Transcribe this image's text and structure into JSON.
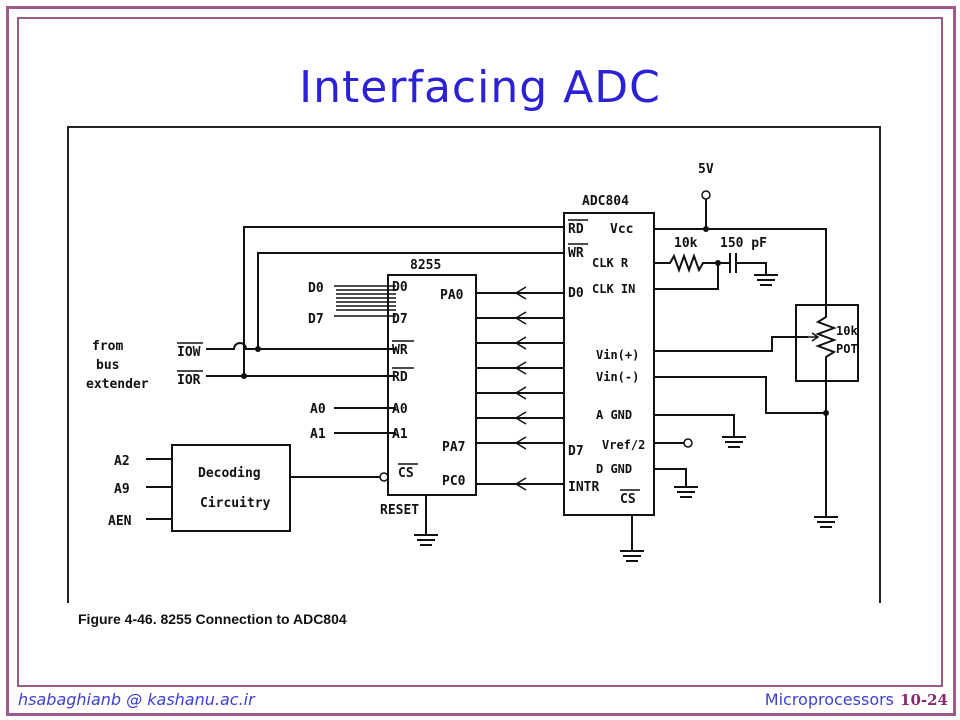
{
  "title": "Interfacing ADC",
  "figure": {
    "caption": "Figure 4-46. 8255 Connection to ADC804",
    "from_label": [
      "from",
      "bus",
      "extender"
    ],
    "signals": {
      "iow": "IOW",
      "ior": "IOR",
      "a0": "A0",
      "a1": "A1",
      "a2": "A2",
      "a9": "A9",
      "aen": "AEN",
      "d0": "D0",
      "d7": "D7"
    },
    "decoder": [
      "Decoding",
      "Circuitry"
    ],
    "ppi": {
      "name": "8255",
      "pins_left": [
        "D0",
        "D7",
        "WR",
        "RD",
        "A0",
        "A1",
        "CS"
      ],
      "pins_right": [
        "PA0",
        "PA7",
        "PC0"
      ],
      "reset": "RESET"
    },
    "adc": {
      "name": "ADC804",
      "pins": [
        "RD",
        "WR",
        "D0",
        "D7",
        "INTR",
        "Vcc",
        "CLK R",
        "CLK IN",
        "Vin(+)",
        "Vin(-)",
        "A GND",
        "Vref/2",
        "D GND",
        "CS"
      ]
    },
    "supply": "5V",
    "resistor": "10k",
    "capacitor": "150 pF",
    "pot": [
      "10k",
      "POT"
    ]
  },
  "footer": {
    "email": "hsabaghianb @ kashanu.ac.ir",
    "course": "Microprocessors",
    "page": "10-24"
  }
}
